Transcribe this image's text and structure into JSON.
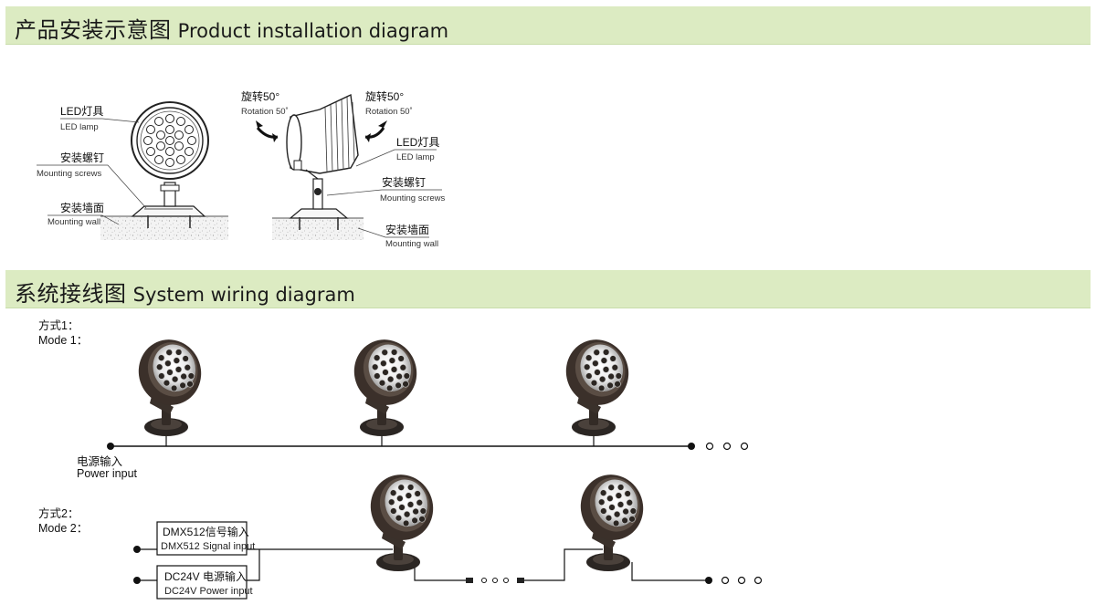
{
  "sections": {
    "installation": {
      "title_zh": "产品安装示意图",
      "title_en": "Product installation diagram"
    },
    "wiring": {
      "title_zh": "系统接线图",
      "title_en": "System wiring diagram"
    }
  },
  "installation": {
    "front": {
      "led_zh": "LED灯具",
      "led_en": "LED lamp",
      "screws_zh": "安装螺钉",
      "screws_en": "Mounting screws",
      "wall_zh": "安装墙面",
      "wall_en": "Mounting wall"
    },
    "side": {
      "rot_left_zh": "旋转50°",
      "rot_left_en": "Rotation 50˚",
      "rot_right_zh": "旋转50°",
      "rot_right_en": "Rotation 50˚",
      "led_zh": "LED灯具",
      "led_en": "LED lamp",
      "screws_zh": "安装螺钉",
      "screws_en": "Mounting screws",
      "wall_zh": "安装墙面",
      "wall_en": "Mounting wall"
    }
  },
  "wiring": {
    "mode1": {
      "label_zh": "方式1：",
      "label_en": "Mode 1：",
      "power_zh": "电源输入",
      "power_en": "Power input"
    },
    "mode2": {
      "label_zh": "方式2：",
      "label_en": "Mode 2：",
      "dmx_zh": "DMX512信号输入",
      "dmx_en": "DMX512 Signal input",
      "dc_zh": "DC24V 电源输入",
      "dc_en": "DC24V Power input"
    }
  },
  "colors": {
    "banner": "#dcebc2",
    "lamp_body": "#3b302a",
    "line": "#111111"
  }
}
